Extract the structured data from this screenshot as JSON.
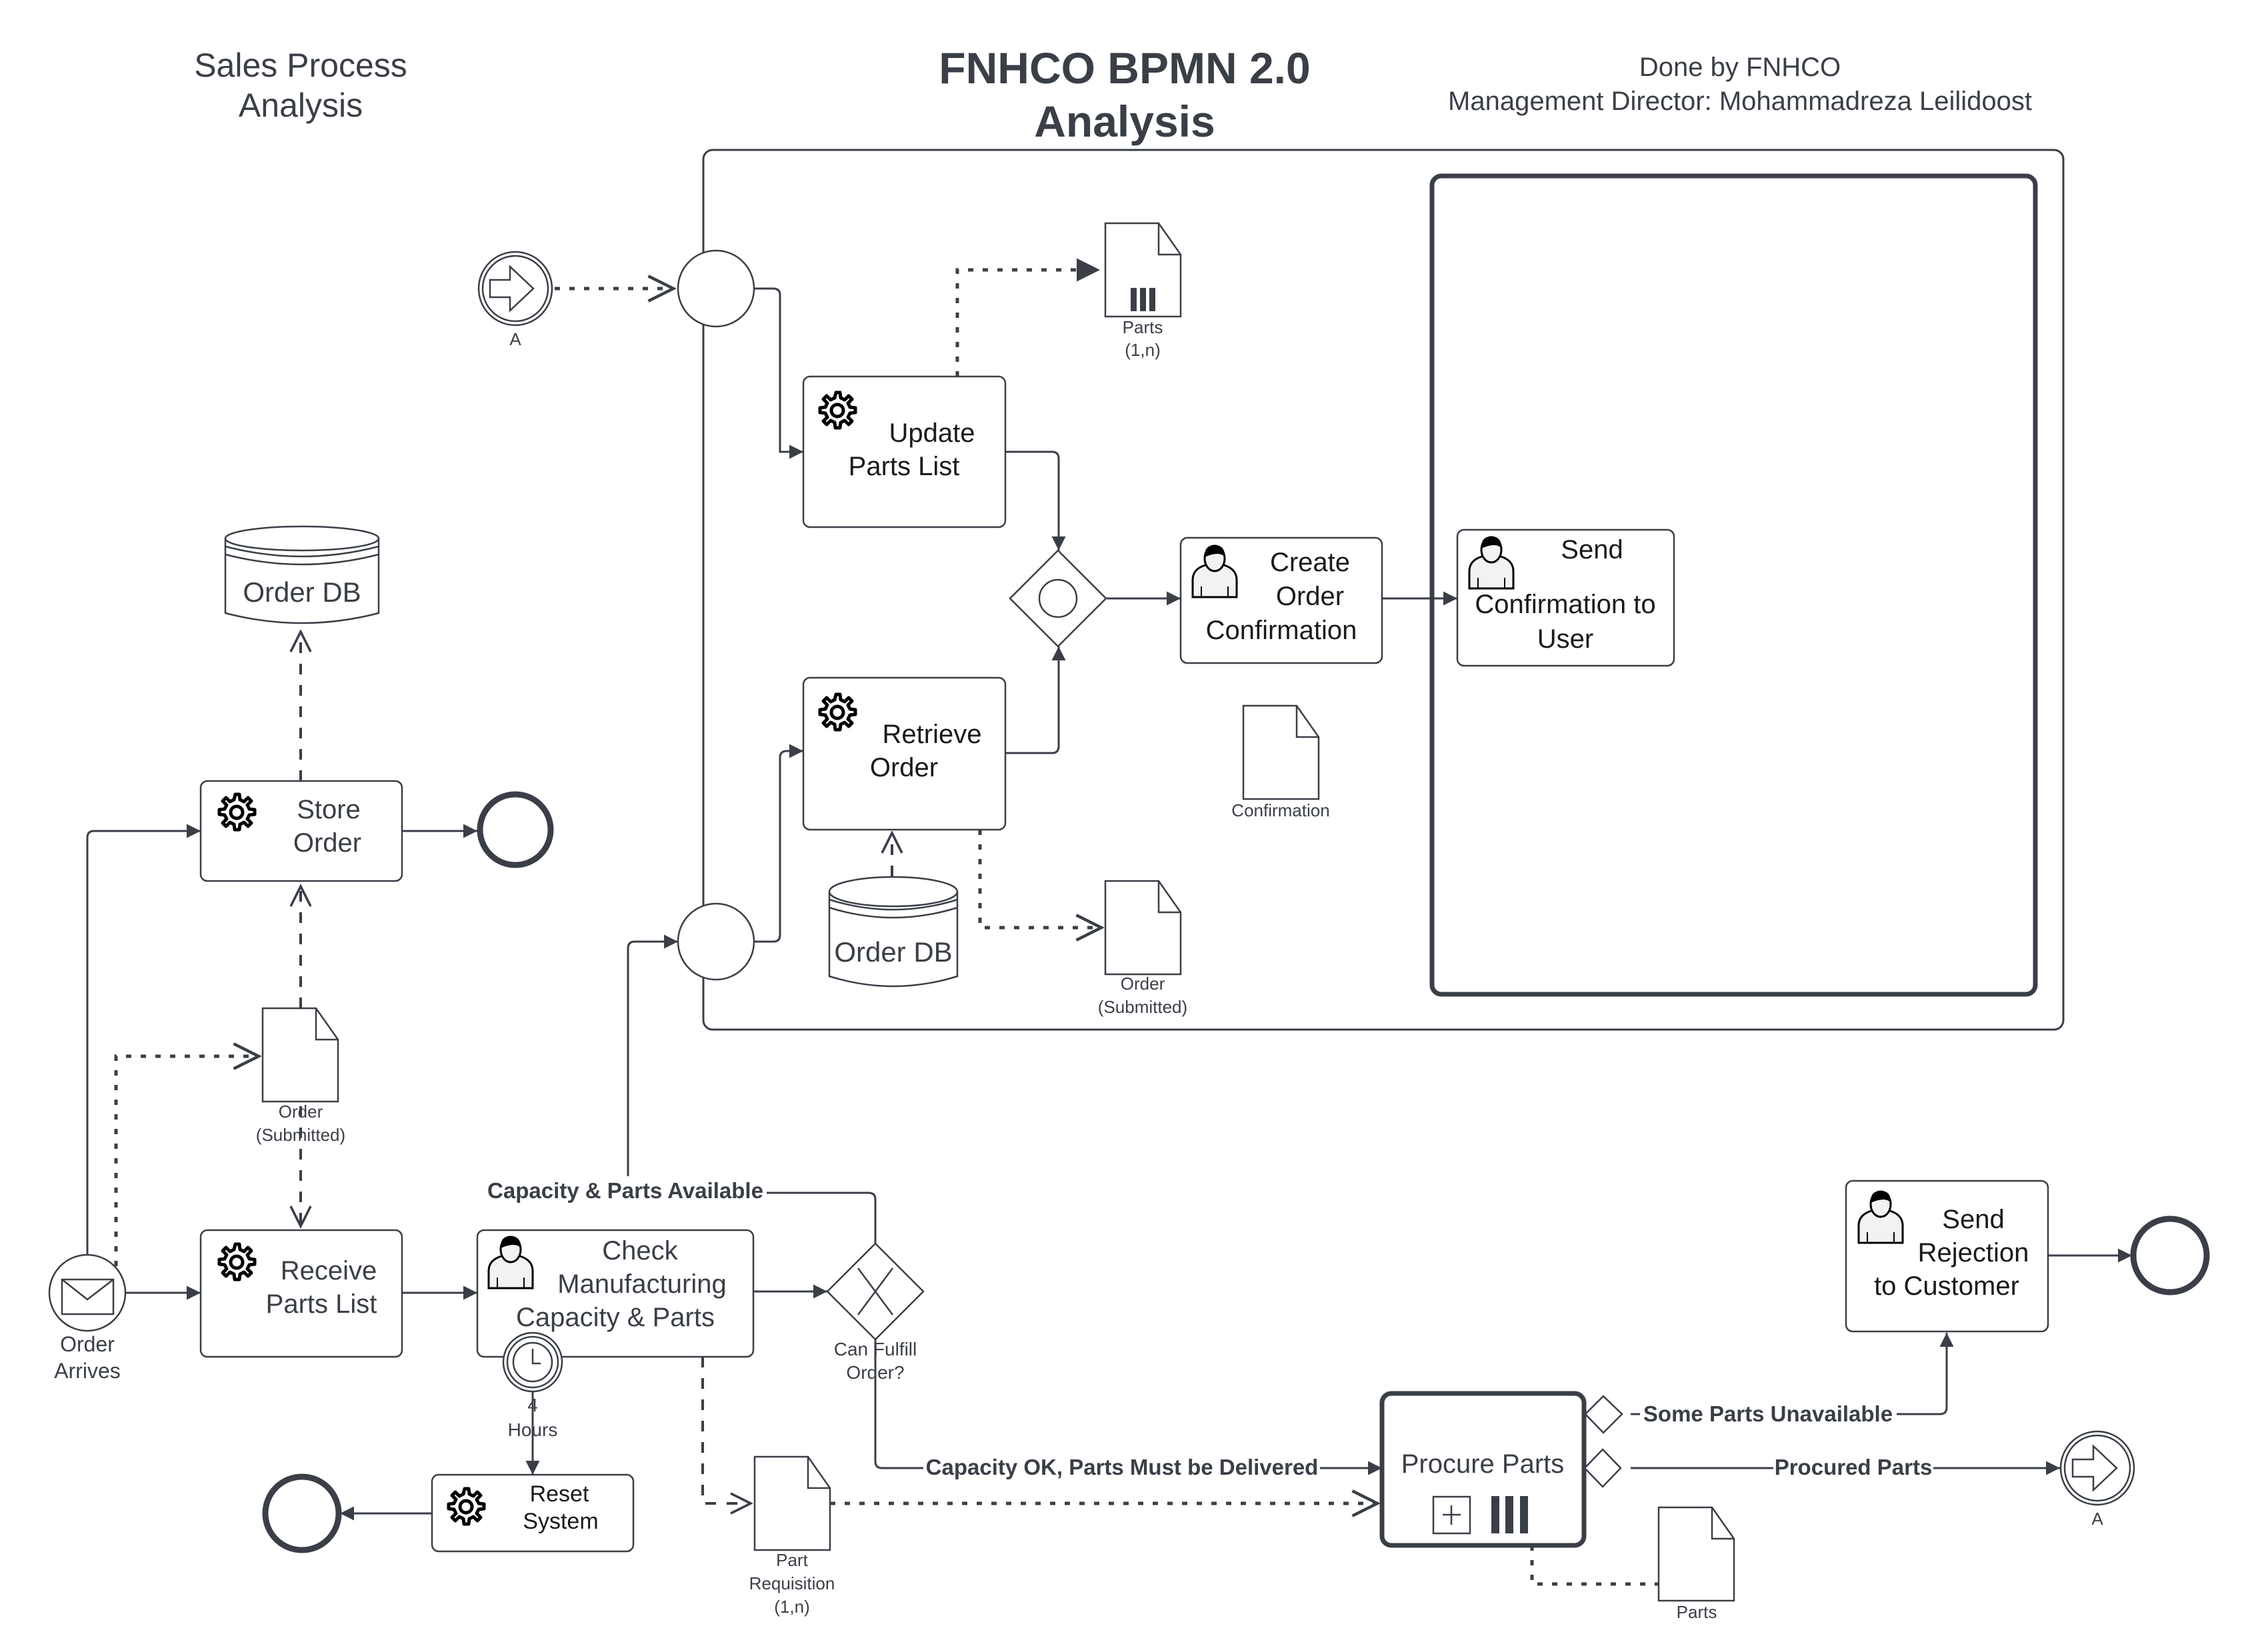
{
  "header": {
    "left_title": [
      "Sales Process",
      "Analysis"
    ],
    "main_title": [
      "FNHCO BPMN 2.0",
      "Analysis"
    ],
    "credit": [
      "Done by FNHCO",
      "Management Director: Mohammadreza Leilidoost"
    ]
  },
  "colors": {
    "stroke": "#3a3f47",
    "background": "#ffffff",
    "text": "#3a3f47"
  },
  "events": {
    "link_start_a": {
      "type": "link-catch",
      "label": "A"
    },
    "link_end_a": {
      "type": "link-throw",
      "label": "A"
    },
    "order_arrives": {
      "type": "message-start",
      "label": [
        "Order",
        "Arrives"
      ]
    },
    "timer_boundary": {
      "type": "timer-boundary",
      "label": [
        "4",
        "Hours"
      ]
    },
    "end_store": {
      "type": "end"
    },
    "end_reset": {
      "type": "end"
    },
    "end_rejection": {
      "type": "end"
    },
    "inner_top_event": {
      "type": "intermediate"
    },
    "inner_bottom_event": {
      "type": "intermediate"
    }
  },
  "tasks": {
    "update_parts_list": {
      "kind": "service",
      "label": [
        "Update",
        "Parts List"
      ]
    },
    "retrieve_order": {
      "kind": "service",
      "label": [
        "Retrieve",
        "Order"
      ]
    },
    "create_order_confirmation": {
      "kind": "user",
      "label": [
        "Create",
        "Order",
        "Confirmation"
      ]
    },
    "send_confirmation": {
      "kind": "user",
      "label": [
        "Send",
        "Confirmation to",
        "User"
      ]
    },
    "store_order": {
      "kind": "service",
      "label": [
        "Store",
        "Order"
      ]
    },
    "receive_parts_list": {
      "kind": "service",
      "label": [
        "Receive",
        "Parts List"
      ]
    },
    "check_manufacturing": {
      "kind": "user",
      "label": [
        "Check",
        "Manufacturing",
        "Capacity & Parts"
      ]
    },
    "reset_system": {
      "kind": "service",
      "label": [
        "Reset",
        "System"
      ]
    },
    "send_rejection": {
      "kind": "user",
      "label": [
        "Send",
        "Rejection",
        "to Customer"
      ]
    },
    "procure_parts": {
      "kind": "subprocess-multi",
      "label": [
        "Procure Parts"
      ]
    }
  },
  "gateways": {
    "event_gateway": {
      "type": "event-based"
    },
    "can_fulfill": {
      "type": "exclusive",
      "label": [
        "Can Fulfill",
        "Order?"
      ]
    },
    "procure_boundary_1": {
      "type": "conditional"
    },
    "procure_boundary_2": {
      "type": "conditional"
    }
  },
  "data_objects": {
    "parts_collection": {
      "label": [
        "Parts",
        "(1,n)"
      ],
      "collection": true
    },
    "confirmation": {
      "label": [
        "Confirmation"
      ]
    },
    "order_submitted_inner": {
      "label": [
        "Order",
        "(Submitted)"
      ]
    },
    "order_submitted_left": {
      "label": [
        "Order",
        "(Submitted)"
      ]
    },
    "part_requisition": {
      "label": [
        "Part",
        "Requisition",
        "(1,n)"
      ]
    },
    "parts_bottom": {
      "label": [
        "Parts"
      ]
    }
  },
  "data_stores": {
    "order_db_left": {
      "label": "Order DB"
    },
    "order_db_inner": {
      "label": "Order DB"
    }
  },
  "flow_labels": {
    "capacity_parts_available": "Capacity & Parts Available",
    "capacity_ok": "Capacity OK, Parts Must be Delivered",
    "some_parts_unavailable": "Some Parts Unavailable",
    "procured_parts": "Procured Parts"
  }
}
